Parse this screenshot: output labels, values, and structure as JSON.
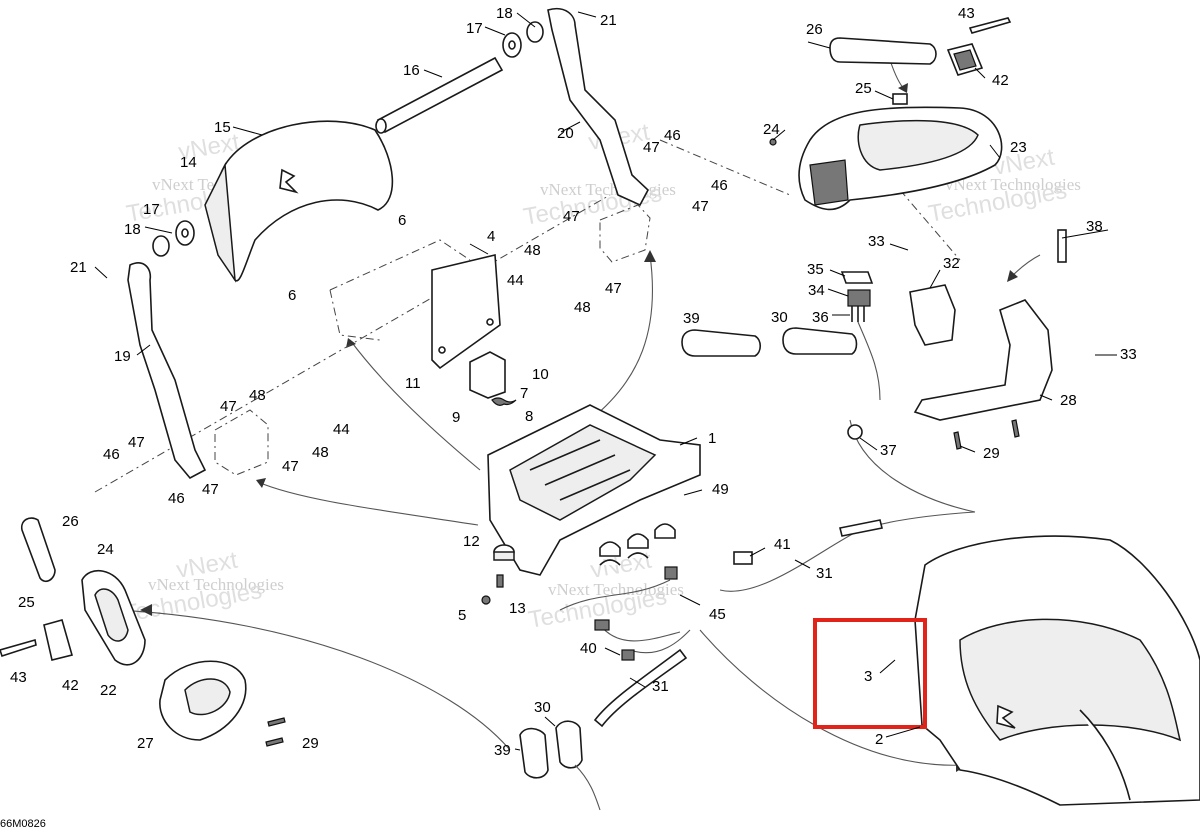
{
  "diagram_code": "66M0826",
  "watermark": {
    "line1": "vNext",
    "line2": "Technologies",
    "combined": "vNext Technologies"
  },
  "highlight": {
    "color": "#e2231a",
    "target_part": "3"
  },
  "callouts": {
    "p1": "1",
    "p2": "2",
    "p3": "3",
    "p4": "4",
    "p5": "5",
    "p6a": "6",
    "p6b": "6",
    "p7": "7",
    "p8": "8",
    "p9": "9",
    "p10": "10",
    "p11": "11",
    "p12": "12",
    "p13": "13",
    "p14": "14",
    "p15": "15",
    "p16": "16",
    "p17a": "17",
    "p17b": "17",
    "p18a": "18",
    "p18b": "18",
    "p19": "19",
    "p20": "20",
    "p21a": "21",
    "p21b": "21",
    "p22": "22",
    "p23": "23",
    "p24a": "24",
    "p24b": "24",
    "p25a": "25",
    "p25b": "25",
    "p26a": "26",
    "p26b": "26",
    "p27": "27",
    "p28": "28",
    "p29a": "29",
    "p29b": "29",
    "p30a": "30",
    "p30b": "30",
    "p31a": "31",
    "p31b": "31",
    "p32": "32",
    "p33a": "33",
    "p33b": "33",
    "p34": "34",
    "p35": "35",
    "p36": "36",
    "p37": "37",
    "p38": "38",
    "p39a": "39",
    "p39b": "39",
    "p40": "40",
    "p41": "41",
    "p42a": "42",
    "p42b": "42",
    "p43a": "43",
    "p43b": "43",
    "p44a": "44",
    "p44b": "44",
    "p45": "45",
    "p46a": "46",
    "p46b": "46",
    "p46c": "46",
    "p46d": "46",
    "p47a": "47",
    "p47b": "47",
    "p47c": "47",
    "p47d": "47",
    "p47e": "47",
    "p47f": "47",
    "p47g": "47",
    "p48a": "48",
    "p48b": "48",
    "p48c": "48",
    "p48d": "48",
    "p49": "49"
  }
}
